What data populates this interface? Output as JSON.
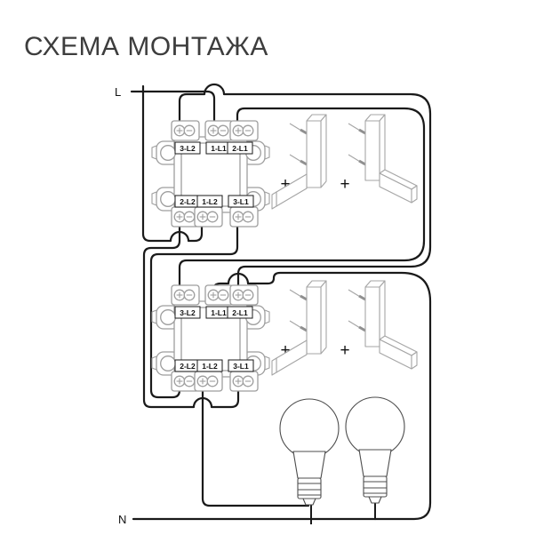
{
  "title": "СХЕМА МОНТАЖА",
  "power": {
    "line": "L",
    "neutral": "N"
  },
  "module1": {
    "top": [
      "3-L2",
      "1-L1",
      "2-L1"
    ],
    "bottom": [
      "2-L2",
      "1-L2",
      "3-L1"
    ]
  },
  "module2": {
    "top": [
      "3-L2",
      "1-L1",
      "2-L1"
    ],
    "bottom": [
      "2-L2",
      "1-L2",
      "3-L1"
    ]
  },
  "indicators": {
    "plus": "+"
  },
  "colors": {
    "wire": "#1a1a1a",
    "mechanism_outline": "#9e9e9e",
    "bulb_outline": "#4d4d4d",
    "title_text": "#3d3d3d",
    "background": "#ffffff"
  }
}
